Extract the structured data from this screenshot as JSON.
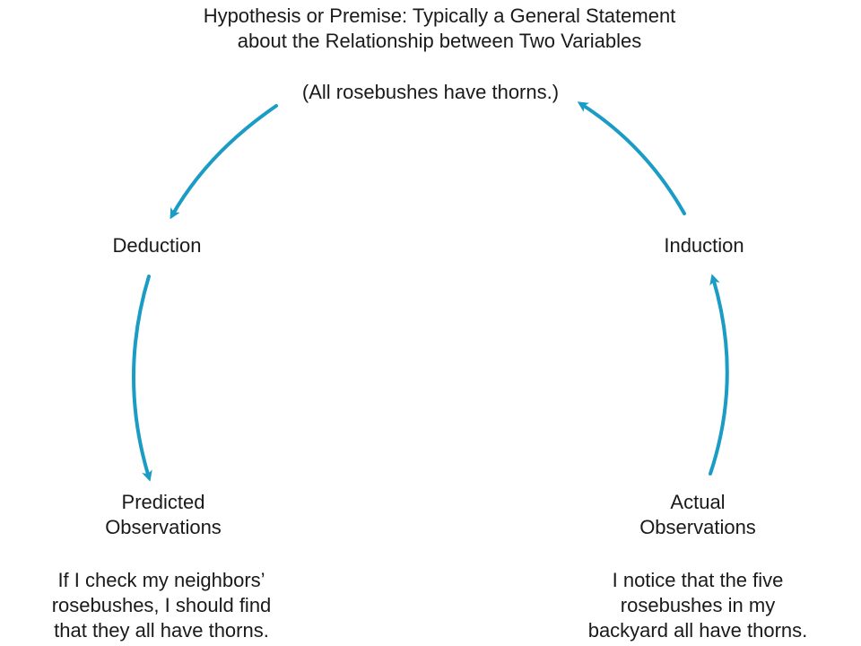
{
  "hypothesis": {
    "title_line1": "Hypothesis or Premise: Typically a General Statement",
    "title_line2": "about the Relationship between Two Variables",
    "example": "(All rosebushes have thorns.)"
  },
  "deduction": {
    "label": "Deduction"
  },
  "induction": {
    "label": "Induction"
  },
  "predicted": {
    "label_line1": "Predicted",
    "label_line2": "Observations",
    "example_line1": "If I check my neighbors’",
    "example_line2": "rosebushes, I should find",
    "example_line3": "that they all have thorns."
  },
  "actual": {
    "label_line1": "Actual",
    "label_line2": "Observations",
    "example_line1": "I notice that the five",
    "example_line2": "rosebushes in my",
    "example_line3": "backyard all have thorns."
  },
  "colors": {
    "arrow": "#1a9cc4",
    "text": "#1a1a1a"
  }
}
